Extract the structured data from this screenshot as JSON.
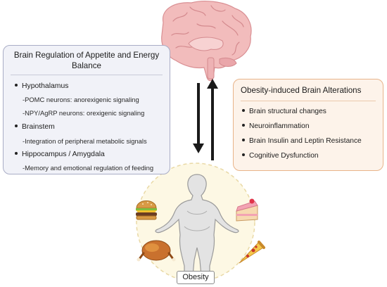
{
  "left_panel": {
    "title": "Brain Regulation of Appetite and Energy Balance",
    "items": [
      {
        "label": "Hypothalamus"
      },
      {
        "label": "-POMC neurons: anorexigenic signaling"
      },
      {
        "label": "-NPY/AgRP neurons: orexigenic signaling"
      },
      {
        "label": "Brainstem"
      },
      {
        "label": "-Integration of peripheral metabolic signals"
      },
      {
        "label": "Hippocampus / Amygdala"
      },
      {
        "label": "-Memory and emotional regulation of feeding"
      }
    ]
  },
  "right_panel": {
    "title": "Obesity-induced Brain Alterations",
    "items": [
      "Brain structural changes",
      "Neuroinflammation",
      "Brain Insulin and Leptin Resistance",
      "Cognitive Dysfunction"
    ]
  },
  "center": {
    "label": "Obesity",
    "icons": [
      "brain-icon",
      "human-body-icon",
      "burger-icon",
      "cake-icon",
      "roast-chicken-icon",
      "pizza-icon"
    ]
  },
  "colors": {
    "left_panel_bg": "#f1f2f8",
    "left_panel_border": "#a9adc6",
    "right_panel_bg": "#fdf3ea",
    "right_panel_border": "#e8b389",
    "arrow": "#1a1a1a",
    "brain": "#f1b8b8",
    "circle_bg": "#fdf8e4"
  }
}
